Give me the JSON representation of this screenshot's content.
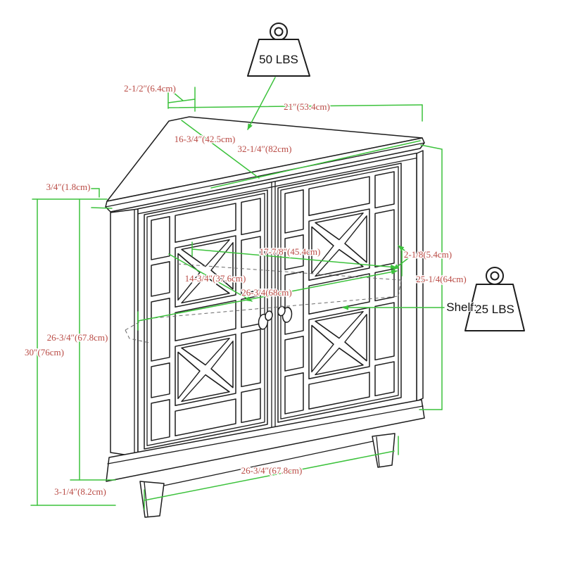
{
  "diagram": {
    "dims": {
      "top_clip": "2-1/2″(6.4cm)",
      "top_side": "21″(53.4cm)",
      "top_depth": "16-3/4″(42.5cm)",
      "top_front": "32-1/4″(82cm)",
      "top_thickness": "3/4″(1.8cm)",
      "interior_width": "17-7/8″(45.4cm)",
      "interior_depth": "14-3/4″(37.6cm)",
      "shelf_width": "26-3/4(68cm)",
      "side_frame": "2-1/8(5.4cm)",
      "side_height": "25-1/4(64cm)",
      "body_height": "26-3/4″(67.8cm)",
      "overall_height": "30″(76cm)",
      "leg_height": "3-1/4″(8.2cm)",
      "base_width": "26-3/4″(67.8cm)"
    },
    "weights": {
      "top_capacity": "50 LBS",
      "shelf_capacity": "25 LBS",
      "shelf_label": "Shelf:"
    },
    "colors": {
      "dimension_line": "#3cc23c",
      "dimension_text": "#b94a44",
      "drawing_line": "#1d1d1d"
    }
  }
}
